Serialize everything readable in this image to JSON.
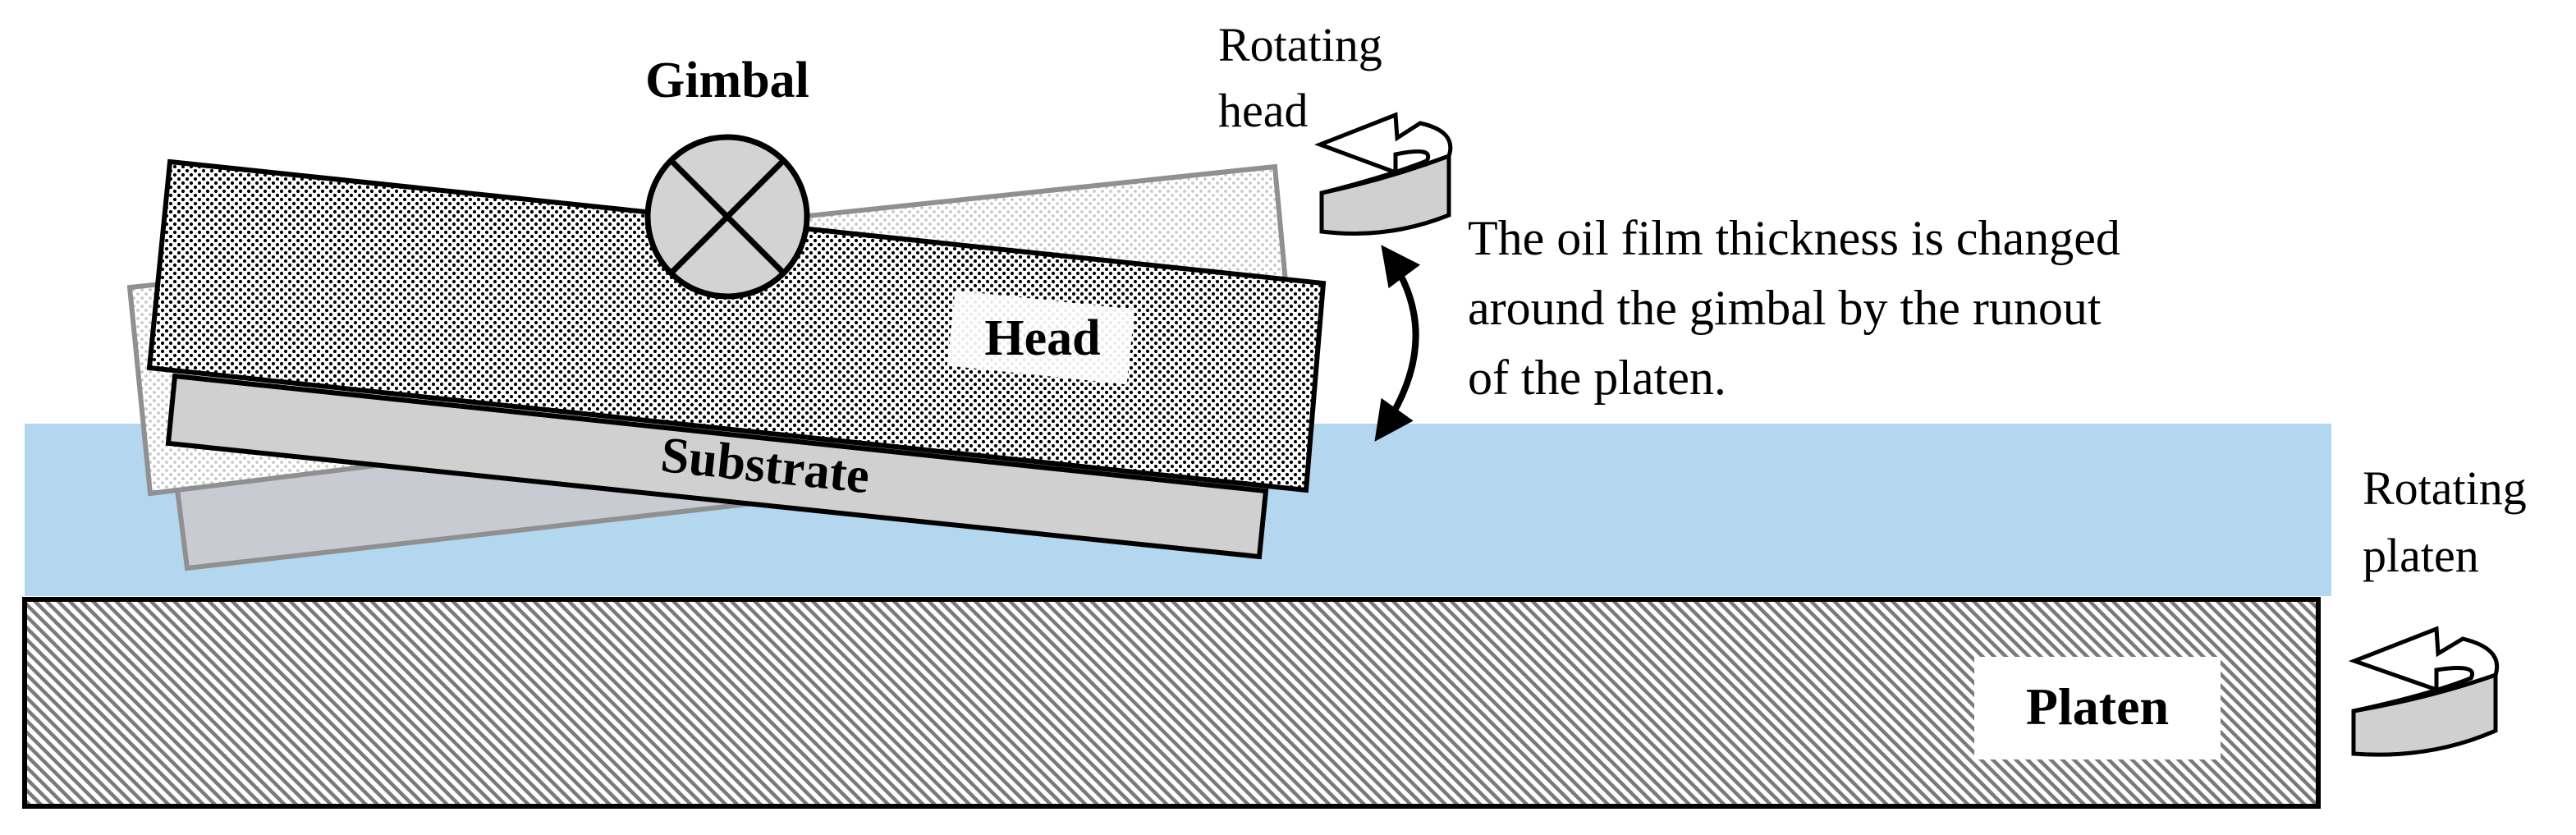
{
  "labels": {
    "gimbal": "Gimbal",
    "head": "Head",
    "substrate": "Substrate",
    "platen": "Platen",
    "rotating_head": [
      "Rotating",
      "head"
    ],
    "rotating_platen": [
      "Rotating",
      "platen"
    ],
    "note": [
      "The oil film thickness is changed",
      "around the gimbal by the runout",
      "of the platen."
    ]
  },
  "colors": {
    "oil_film": "#b3d7ee",
    "substrate": "#d0d0d0",
    "gimbal_fill": "#d3d3d3",
    "arrow_fill": "#d0d0d0",
    "stroke": "#000000",
    "ghost_stroke": "#808080"
  },
  "icons": {
    "gimbal": "circle-with-x-icon",
    "rotating_head": "curved-rotation-arrow-icon",
    "rotating_platen": "curved-rotation-arrow-icon",
    "oil_film_change": "double-headed-curved-arrow-icon"
  }
}
